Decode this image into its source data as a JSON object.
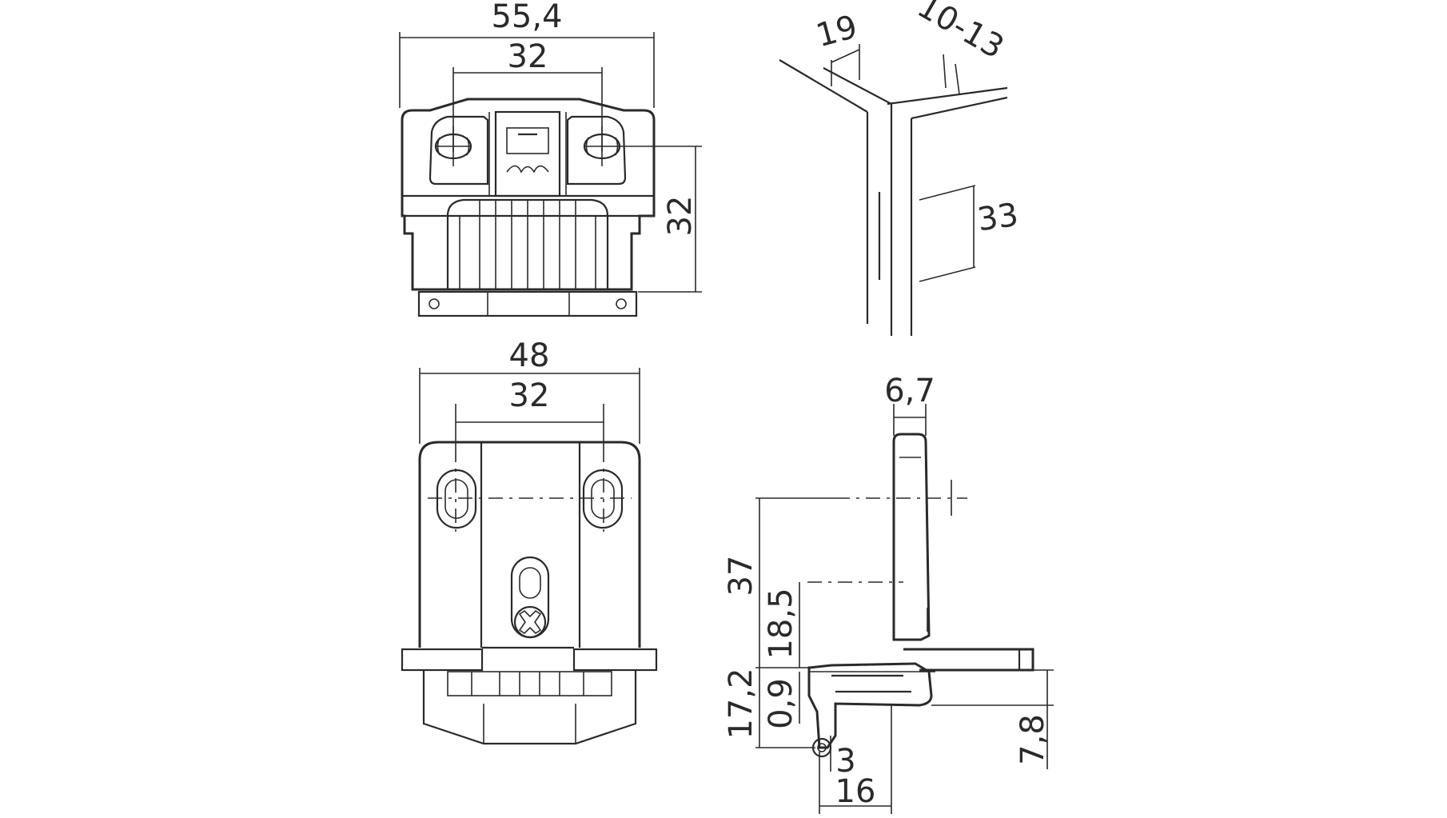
{
  "dimensions": {
    "top_front": {
      "overall_width": "55,4",
      "hole_spacing": "32",
      "height": "32"
    },
    "corner_detail": {
      "offset": "19",
      "range": "10-13",
      "spacing": "33"
    },
    "bottom_front": {
      "overall_width": "48",
      "hole_spacing": "32"
    },
    "side_view": {
      "thickness": "6,7",
      "height_37": "37",
      "height_18_5": "18,5",
      "height_17_2": "17,2",
      "height_0_9": "0,9",
      "pivot_3": "3",
      "depth_16": "16",
      "height_7_8": "7,8"
    }
  }
}
